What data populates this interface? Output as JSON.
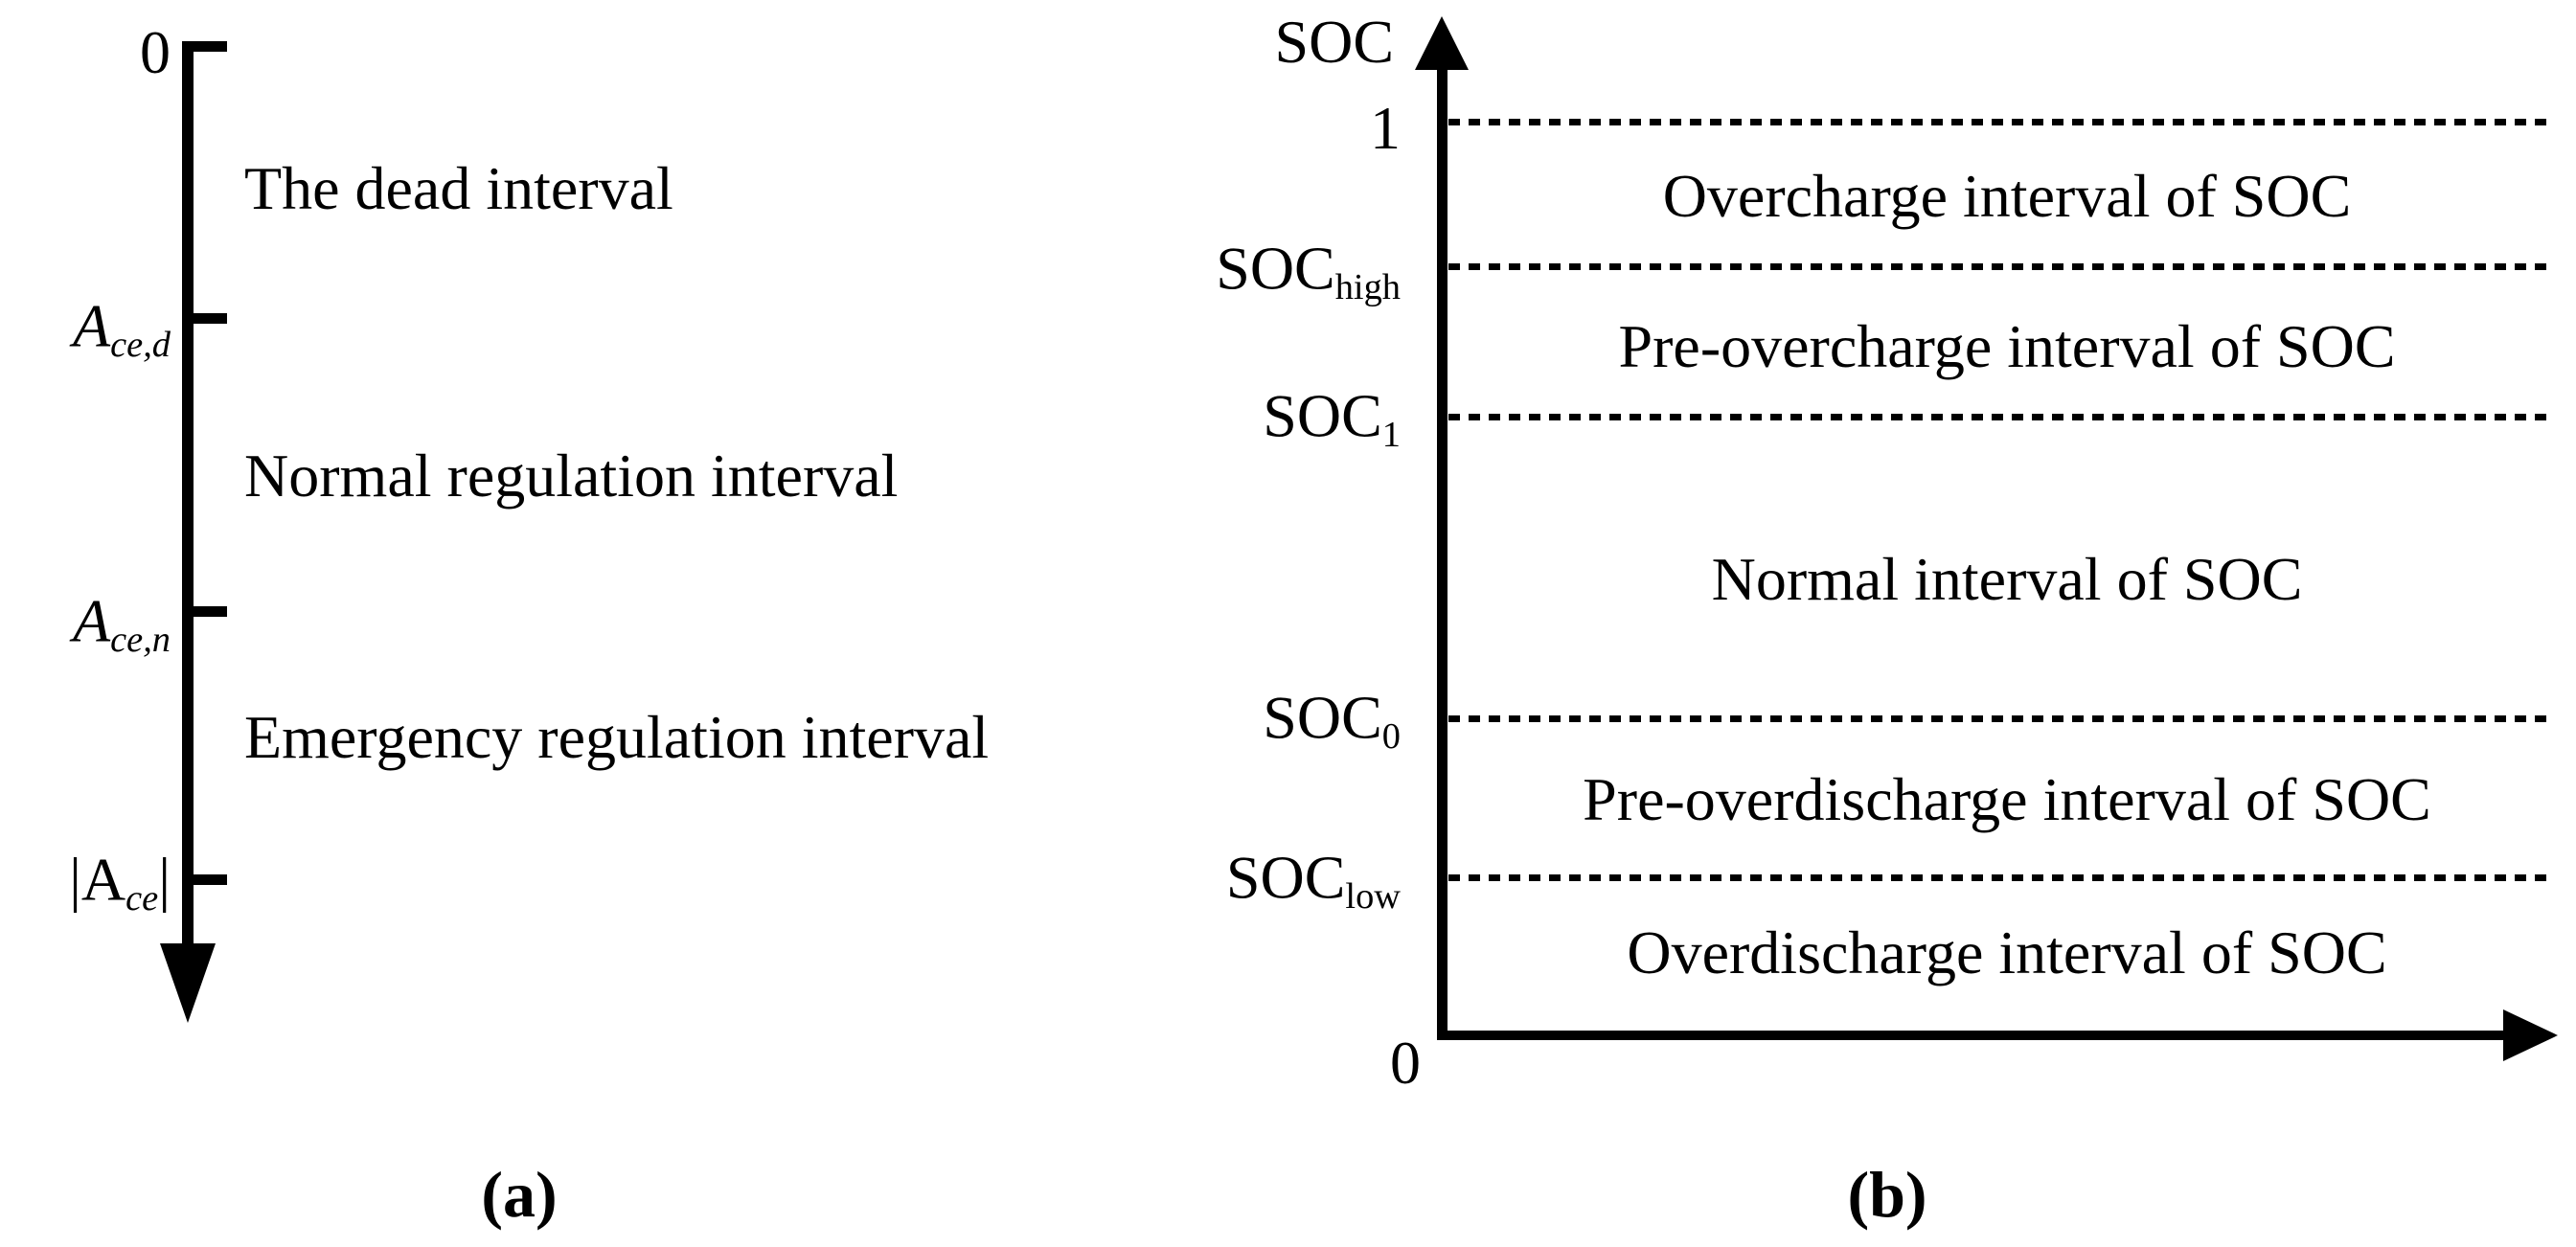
{
  "colors": {
    "ink": "#000000",
    "paper": "#ffffff"
  },
  "panel_a": {
    "caption": "(a)",
    "axis_labels": [
      {
        "pre": "",
        "main": "0",
        "sub": "",
        "post": ""
      },
      {
        "pre": "",
        "main": "A",
        "sub": "ce,d",
        "post": ""
      },
      {
        "pre": "",
        "main": "A",
        "sub": "ce,n",
        "post": ""
      },
      {
        "pre": "|",
        "main": "A",
        "sub": "ce",
        "post": "|"
      }
    ],
    "interval_labels": [
      "The dead interval",
      "Normal regulation interval",
      "Emergency regulation interval"
    ]
  },
  "panel_b": {
    "caption": "(b)",
    "axis_title": "SOC",
    "origin_label": "0",
    "tick_labels": [
      {
        "main": "1",
        "sub": ""
      },
      {
        "main": "SOC",
        "sub": "high"
      },
      {
        "main": "SOC",
        "sub": "1"
      },
      {
        "main": "SOC",
        "sub": "0"
      },
      {
        "main": "SOC",
        "sub": "low"
      }
    ],
    "region_labels": [
      "Overcharge interval of SOC",
      "Pre-overcharge interval of SOC",
      "Normal interval of SOC",
      "Pre-overdischarge interval of SOC",
      "Overdischarge interval of SOC"
    ]
  }
}
